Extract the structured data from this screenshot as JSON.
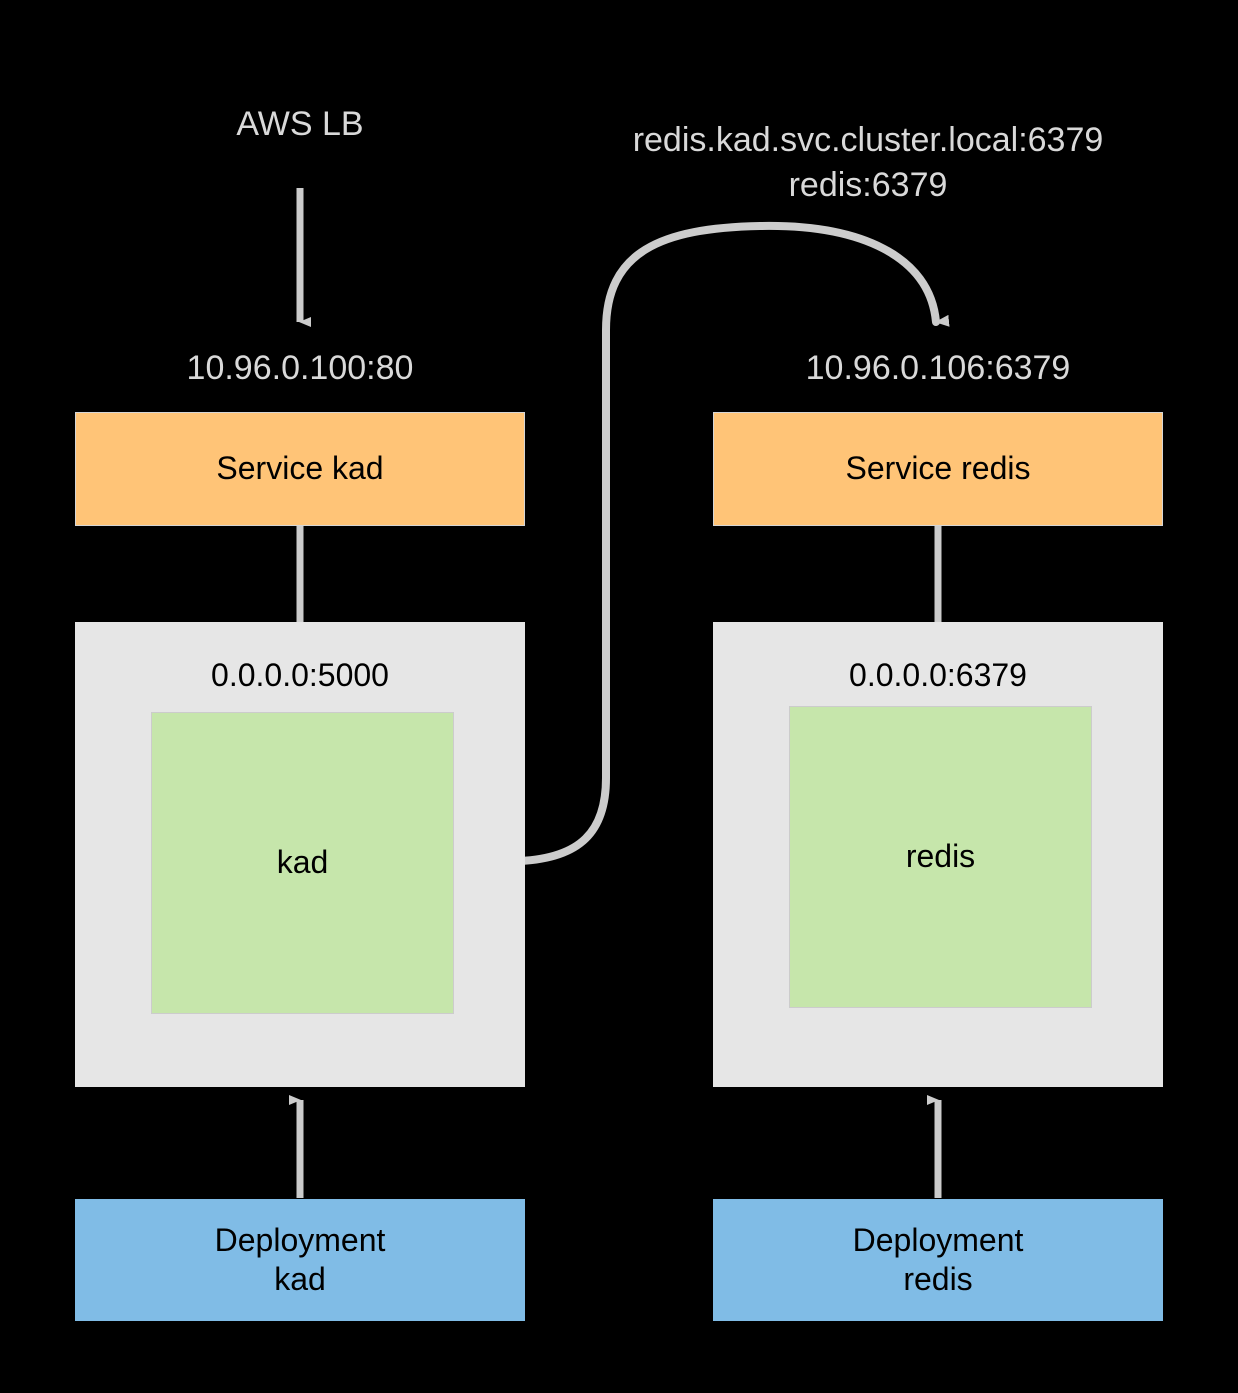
{
  "diagram": {
    "title": "kubernetes-service-networking",
    "background_color": "#000000",
    "colors": {
      "service_fill": "#FFC477",
      "pod_fill": "#E6E6E6",
      "container_fill": "#C6E6AB",
      "deployment_fill": "#80BCE6",
      "arrow": "#CCCCCC",
      "text_on_black": "#D9D9D9",
      "text_on_box": "#000000"
    },
    "external": {
      "lb_label": "AWS LB",
      "dns_label_line1": "redis.kad.svc.cluster.local:6379",
      "dns_label_line2": "redis:6379"
    },
    "columns": [
      {
        "key": "kad",
        "cluster_ip_label": "10.96.0.100:80",
        "service_label": "Service kad",
        "pod_port_label": "0.0.0.0:5000",
        "container_label": "kad",
        "deployment_label_line1": "Deployment",
        "deployment_label_line2": "kad"
      },
      {
        "key": "redis",
        "cluster_ip_label": "10.96.0.106:6379",
        "service_label": "Service redis",
        "pod_port_label": "0.0.0.0:6379",
        "container_label": "redis",
        "deployment_label_line1": "Deployment",
        "deployment_label_line2": "redis"
      }
    ],
    "edges": [
      {
        "key": "lb-to-kad-service",
        "from": "AWS LB",
        "to": "10.96.0.100:80",
        "style": "straight-down"
      },
      {
        "key": "kad-service-to-pod",
        "from": "Service kad",
        "to": "0.0.0.0:5000",
        "style": "straight-down"
      },
      {
        "key": "kad-deployment-to-pod",
        "from": "Deployment kad",
        "to": "Pod kad",
        "style": "straight-up"
      },
      {
        "key": "kad-to-redis-service",
        "from": "kad",
        "to": "10.96.0.106:6379",
        "style": "curved"
      },
      {
        "key": "redis-service-to-pod",
        "from": "Service redis",
        "to": "0.0.0.0:6379",
        "style": "straight-down"
      },
      {
        "key": "redis-deployment-to-pod",
        "from": "Deployment redis",
        "to": "Pod redis",
        "style": "straight-up"
      }
    ]
  }
}
